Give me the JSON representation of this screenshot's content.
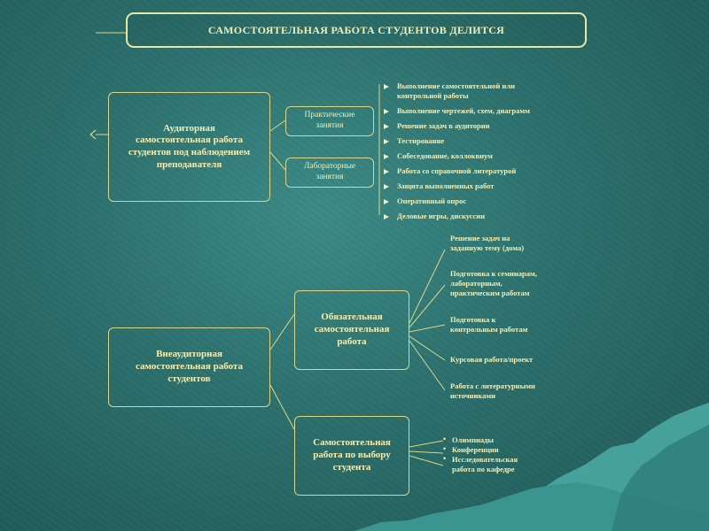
{
  "title": "САМОСТОЯТЕЛЬНАЯ РАБОТА СТУДЕНТОВ ДЕЛИТСЯ",
  "auditorium": {
    "label": "Аудиторная\nсамостоятельная работа\nстудентов под наблюдением\nпреподавателя",
    "practical": "Практические\nзанятия",
    "laboratory": "Лабораторные\nзанятия",
    "activities": [
      "Выполнение самостоятельной или\nконтрольной работы",
      "Выполнение чертежей, схем, диаграмм",
      "Решение задач в аудитории",
      "Тестирование",
      "Собеседование, коллоквиум",
      "Работа со справочной литературой",
      "Защита выполненных работ",
      "Оперативный опрос",
      "Деловые игры, дискуссии"
    ]
  },
  "extracurricular": {
    "label": "Внеаудиторная\nсамостоятельная работа\nстудентов",
    "mandatory": {
      "label": "Обязательная\nсамостоятельная\nработа",
      "items": [
        "Решение задач на\nзаданную тему (дома)",
        "Подготовка к семинарам,\nлабораторным,\nпрактическим работам",
        "Подготовка к\nконтрольным работам",
        "Курсовая работа/проект",
        "Работа с литературными\nисточниками"
      ]
    },
    "elective": {
      "label": "Самостоятельная\nработа по выбору\nстудента",
      "items": [
        "Олимпиады",
        "Конференции",
        "Исследовательская\nработа по кафедре"
      ]
    }
  },
  "colors": {
    "text": "#f3efb4",
    "border": "#d9d58a",
    "background": "#2b6f6c"
  }
}
